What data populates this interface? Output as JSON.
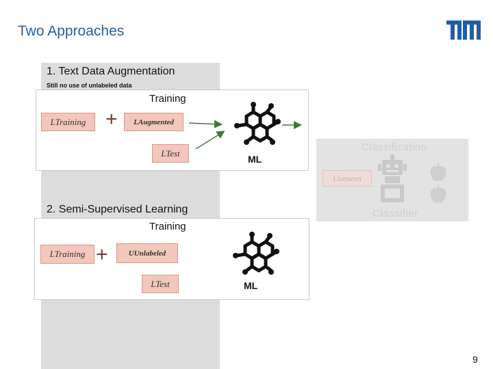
{
  "slide": {
    "title": "Two Approaches",
    "page_number": "9"
  },
  "section1": {
    "heading": "1. Text Data Augmentation",
    "subheading": "Still no use of unlabeled data",
    "training_label": "Training",
    "ml_label": "ML",
    "chips": {
      "training": "LTraining",
      "augmented": "LAugmented",
      "test": "LTest"
    },
    "plus": "+"
  },
  "section2": {
    "heading": "2. Semi-Supervised Learning",
    "training_label": "Training",
    "ml_label": "ML",
    "chips": {
      "training": "LTraining",
      "unlabeled": "UUnlabeled",
      "test": "LTest"
    },
    "plus": "+"
  },
  "classification": {
    "title": "Classification",
    "classifier_label": "Classifier",
    "unseen_chip": "Uunseen"
  },
  "colors": {
    "title_blue": "#1f5fa8",
    "chip_fill": "#f3c7ba",
    "arrow_green": "#3a7a3a",
    "panel_grey": "#dcdcdc"
  },
  "icons": [
    "tum-logo",
    "neural-network-icon",
    "robot-icon",
    "apple-icon"
  ]
}
